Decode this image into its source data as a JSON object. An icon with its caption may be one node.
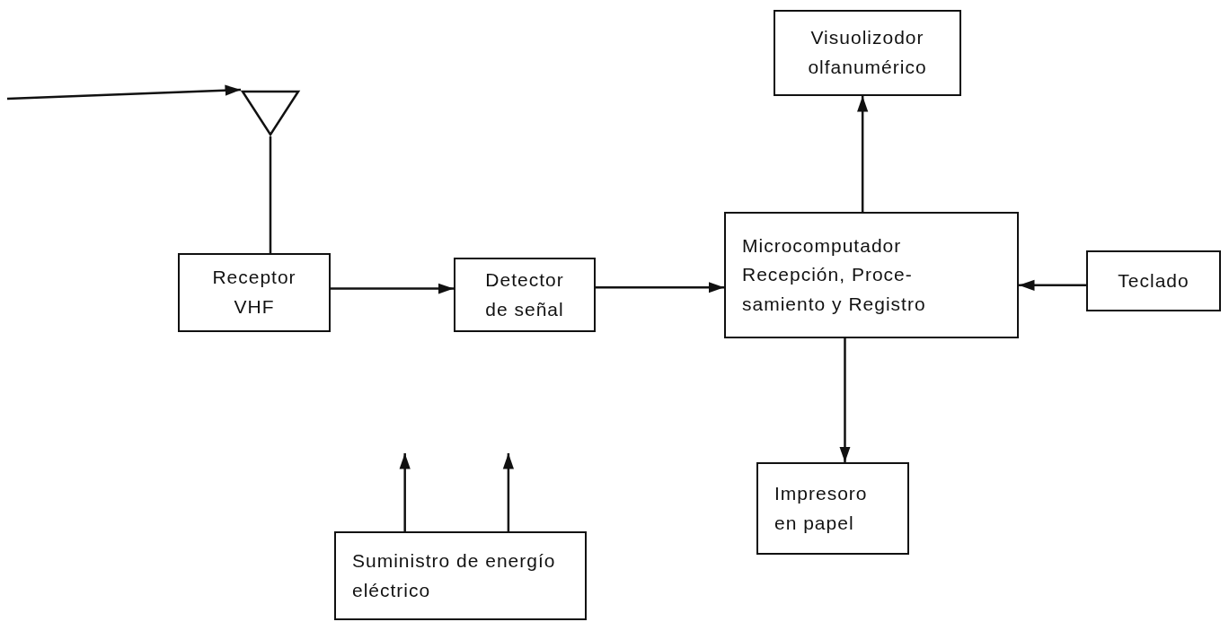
{
  "diagram": {
    "nodes": [
      {
        "text": [],
        "shape": "triangle"
      },
      {
        "text": [
          "Receptor VHF"
        ]
      },
      {
        "text": [
          "Detector de señal"
        ]
      },
      {
        "text": [
          "Microcomputador Recepción, Proce- samiento y Registro"
        ]
      },
      {
        "text": [
          "Visuolizodor olfanumérico"
        ]
      },
      {
        "text": [
          "Teclado"
        ]
      },
      {
        "text": [
          "Impresoro en papel"
        ]
      },
      {
        "text": [
          "Suministro de energío eléctrico"
        ]
      }
    ],
    "edges": [
      {
        "from": null,
        "to": 0,
        "arrow": "to"
      },
      {
        "from": 0,
        "to": 1,
        "arrow": "none"
      },
      {
        "from": 1,
        "to": 2,
        "arrow": "to"
      },
      {
        "from": 2,
        "to": 3,
        "arrow": "to"
      },
      {
        "from": 3,
        "to": 4,
        "arrow": "to"
      },
      {
        "from": 5,
        "to": 3,
        "arrow": "to"
      },
      {
        "from": 3,
        "to": 6,
        "arrow": "to"
      },
      {
        "from": 7,
        "to": null,
        "arrow": "to"
      },
      {
        "from": 7,
        "to": null,
        "arrow": "to"
      }
    ]
  }
}
